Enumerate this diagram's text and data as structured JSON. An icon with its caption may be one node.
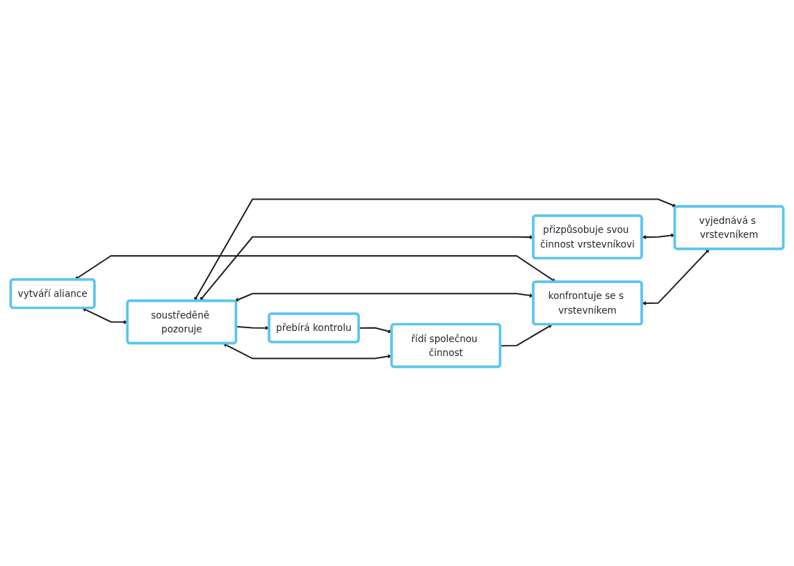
{
  "diagram": {
    "nodes": [
      {
        "text": [
          "vytváří aliance"
        ]
      },
      {
        "text": [
          "přizpůsobuje svou činnost vrstevníkovi"
        ]
      },
      {
        "text": [
          "soustředěně pozoruje"
        ]
      },
      {
        "text": [
          "konfrontuje se s vrstevníkem"
        ]
      },
      {
        "text": [
          "přebírá kontrolu"
        ]
      },
      {
        "text": [
          "vyjednává s vrstevníkem"
        ]
      },
      {
        "text": [
          "řídí společnou činnost"
        ]
      }
    ],
    "edges": [
      {
        "from": 0,
        "to": 2,
        "arrow": "both"
      },
      {
        "from": 2,
        "to": 1,
        "arrow": "both"
      },
      {
        "from": 0,
        "to": 3,
        "arrow": "both"
      },
      {
        "from": 2,
        "to": 3,
        "arrow": "both"
      },
      {
        "from": 2,
        "to": 4,
        "arrow": "to"
      },
      {
        "from": 6,
        "to": 2,
        "arrow": "both"
      },
      {
        "from": 2,
        "to": 5,
        "arrow": "both"
      },
      {
        "from": 4,
        "to": 6,
        "arrow": "to"
      },
      {
        "from": 6,
        "to": 3,
        "arrow": "to"
      },
      {
        "from": 1,
        "to": 5,
        "arrow": "both"
      },
      {
        "from": 3,
        "to": 5,
        "arrow": "both"
      }
    ]
  }
}
